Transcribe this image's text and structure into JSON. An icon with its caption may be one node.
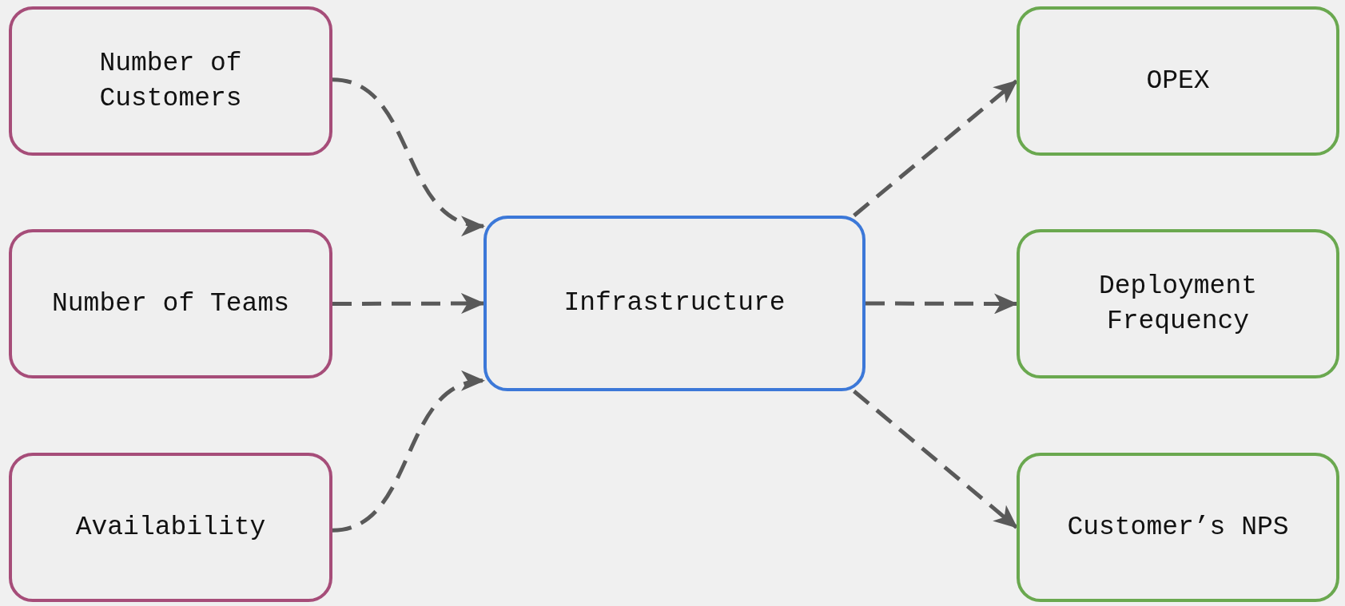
{
  "diagram": {
    "nodes": [
      {
        "text": [
          "Number of Customers"
        ]
      },
      {
        "text": [
          "Number of Teams"
        ]
      },
      {
        "text": [
          "Availability"
        ]
      },
      {
        "text": [
          "Infrastructure"
        ]
      },
      {
        "text": [
          "OPEX"
        ]
      },
      {
        "text": [
          "Deployment Frequency"
        ]
      },
      {
        "text": [
          "Customer’s NPS"
        ]
      }
    ],
    "edges": [
      {
        "from": 0,
        "to": 3,
        "arrow": "to",
        "style": "dashed"
      },
      {
        "from": 1,
        "to": 3,
        "arrow": "to",
        "style": "dashed"
      },
      {
        "from": 2,
        "to": 3,
        "arrow": "to",
        "style": "dashed"
      },
      {
        "from": 3,
        "to": 4,
        "arrow": "to",
        "style": "dashed"
      },
      {
        "from": 3,
        "to": 5,
        "arrow": "to",
        "style": "dashed"
      },
      {
        "from": 3,
        "to": 6,
        "arrow": "to",
        "style": "dashed"
      }
    ]
  }
}
